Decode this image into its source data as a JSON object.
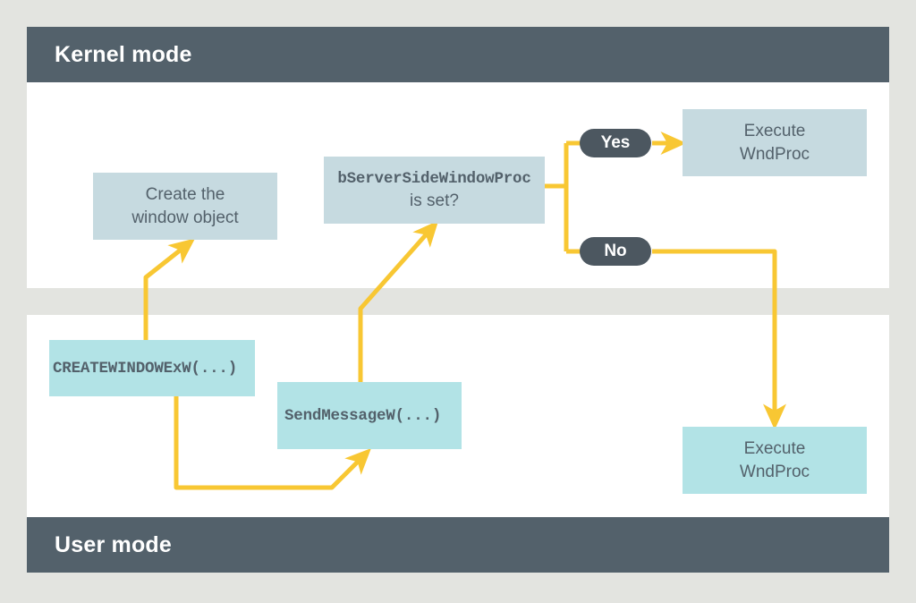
{
  "diagram": {
    "title_kernel": "Kernel mode",
    "title_user": "User mode",
    "colors": {
      "page_background": "#e3e4e0",
      "bar": "#53616b",
      "panel": "#ffffff",
      "kernel_box": "#c6dae0",
      "user_box": "#b2e3e6",
      "arrow": "#f8c733",
      "pill": "#4c5760",
      "text": "#53616b"
    }
  },
  "nodes": {
    "create_window": {
      "line1": "Create the",
      "line2": "window object"
    },
    "decision": {
      "line1": "bServerSideWindowProc",
      "line2": "is set?"
    },
    "exec_top": {
      "line1": "Execute",
      "line2": "WndProc"
    },
    "createwindow_call": {
      "line1": "CREATEWINDOWExW(...)"
    },
    "sendmessage_call": {
      "line1": "SendMessageW(...)"
    },
    "exec_bottom": {
      "line1": "Execute",
      "line2": "WndProc"
    }
  },
  "branches": {
    "yes_label": "Yes",
    "no_label": "No"
  }
}
